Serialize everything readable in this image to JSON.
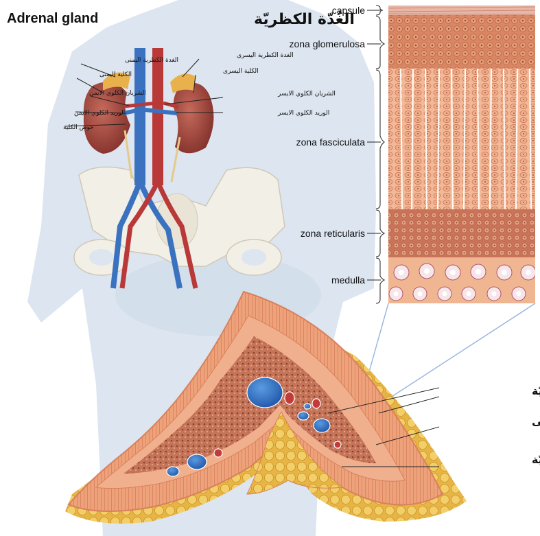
{
  "title": {
    "english": "Adrenal gland",
    "arabic": "الغُدّة الكظريّة"
  },
  "body_labels": [
    {
      "id": "right-adrenal",
      "text": "الغدة الكظرية اليمنى"
    },
    {
      "id": "left-adrenal",
      "text": "الغدة الكظرية اليسرى"
    },
    {
      "id": "right-kidney",
      "text": "الكلية اليمنى"
    },
    {
      "id": "left-kidney",
      "text": "الكلية اليسرى"
    },
    {
      "id": "right-renal-artery",
      "text": "الشريان الكلوي الايمن"
    },
    {
      "id": "left-renal-artery",
      "text": "الشريان الكلوي الايسر"
    },
    {
      "id": "right-renal-vein",
      "text": "الوريد الكلوي الايمن"
    },
    {
      "id": "left-renal-vein",
      "text": "الوريد الكلوي الايسر"
    },
    {
      "id": "renal-pelvis",
      "text": "حوض الكلية"
    }
  ],
  "histology_labels": [
    {
      "id": "capsule",
      "text": "capsule"
    },
    {
      "id": "zona-glomerulosa",
      "text": "zona glomerulosa"
    },
    {
      "id": "zona-fasciculata",
      "text": "zona fasciculata"
    },
    {
      "id": "zona-reticularis",
      "text": "zona reticularis"
    },
    {
      "id": "medulla",
      "text": "medulla"
    }
  ],
  "cross_section_labels": [
    {
      "id": "outer-layer",
      "text": "الطبقة الخارجيّة"
    },
    {
      "id": "middle-layer",
      "text": "الطبقة الوسطى"
    },
    {
      "id": "inner-layer",
      "text": "الطبقة الداخليّة"
    }
  ],
  "colors": {
    "silhouette": "#dde6f1",
    "cortex": "#e8a57c",
    "cortex_dark": "#c8724f",
    "medulla_tissue": "#b86a52",
    "fat": "#e9b84a",
    "vein": "#3a78c8",
    "artery": "#c23a3a",
    "kidney": "#9c4038",
    "bone": "#f2efe6"
  }
}
